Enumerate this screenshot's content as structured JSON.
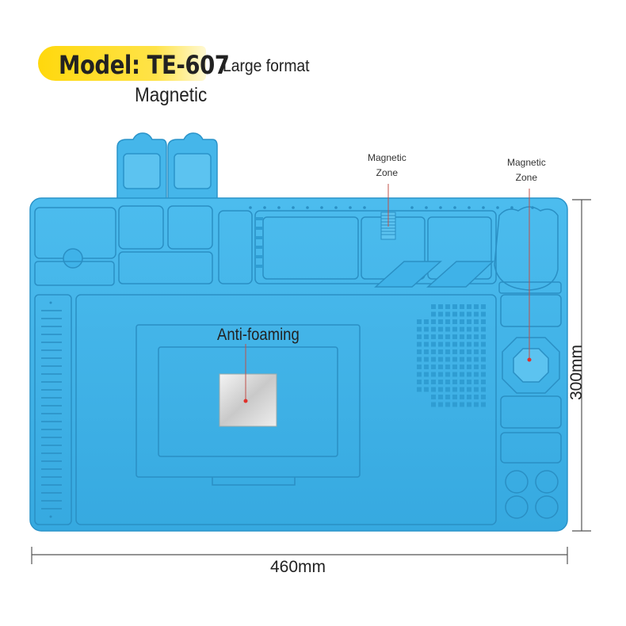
{
  "header": {
    "model_title": "Model: TE-607",
    "feature_large": "Large format",
    "feature_magnetic": "Magnetic"
  },
  "callouts": {
    "magnetic_zone_left": {
      "line1": "Magnetic",
      "line2": "Zone"
    },
    "magnetic_zone_right": {
      "line1": "Magnetic",
      "line2": "Zone"
    },
    "anti_foaming": "Anti-foaming"
  },
  "dimensions": {
    "width": "460mm",
    "height": "300mm"
  },
  "colors": {
    "mat_blue": "#3fb2e8",
    "mat_light": "#5cc3f0",
    "mat_dark": "#2a93c9",
    "highlight_yellow": "#ffd600",
    "accent_red": "#e0302a"
  }
}
